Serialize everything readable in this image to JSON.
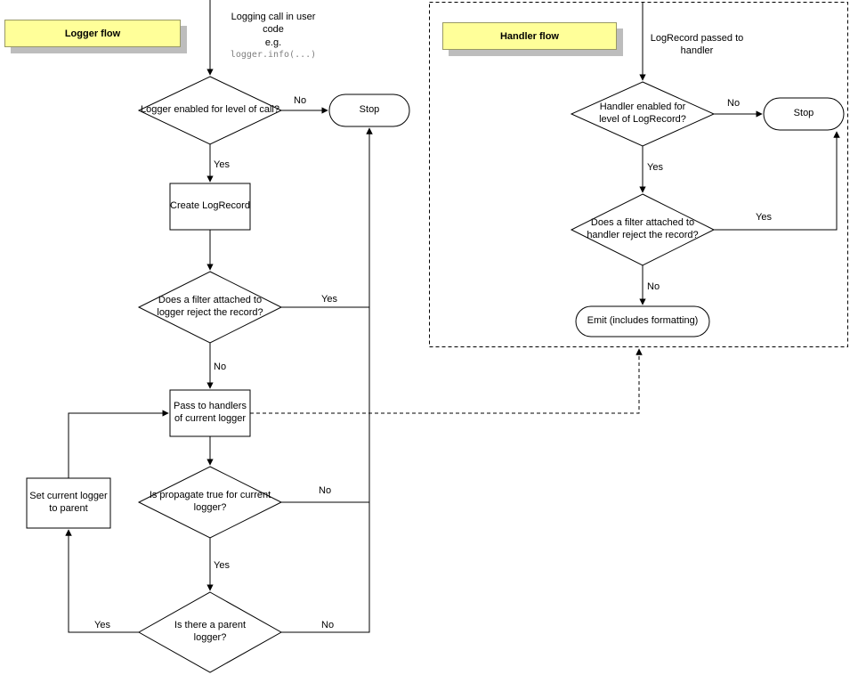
{
  "colors": {
    "label_bg": "#ffff99",
    "label_shadow": "#bdbdbd",
    "label_border": "#999966",
    "line": "#000000",
    "code_text": "#808080"
  },
  "logger_flow": {
    "title": "Logger flow",
    "start_note": {
      "line1": "Logging call in user code",
      "line2": "e.g.",
      "code": "logger.info(...)"
    },
    "nodes": {
      "enabled_check": "Logger enabled for level of call?",
      "stop": "Stop",
      "create_logrecord": "Create LogRecord",
      "filter_check": "Does a filter attached to logger reject the record?",
      "pass_to_handlers": "Pass to handlers of current logger",
      "propagate_check": "Is propagate true for current logger?",
      "parent_check": "Is there a parent logger?",
      "set_parent": "Set current logger to parent"
    },
    "edge_labels": {
      "enabled_no": "No",
      "enabled_yes": "Yes",
      "filter_yes": "Yes",
      "filter_no": "No",
      "propagate_no": "No",
      "propagate_yes": "Yes",
      "parent_no": "No",
      "parent_yes": "Yes"
    }
  },
  "handler_flow": {
    "title": "Handler flow",
    "start_note": "LogRecord passed to handler",
    "nodes": {
      "enabled_check": "Handler enabled for level of LogRecord?",
      "stop": "Stop",
      "filter_check": "Does a filter attached to handler reject the record?",
      "emit": "Emit (includes formatting)"
    },
    "edge_labels": {
      "enabled_no": "No",
      "enabled_yes": "Yes",
      "filter_yes": "Yes",
      "filter_no": "No"
    }
  }
}
